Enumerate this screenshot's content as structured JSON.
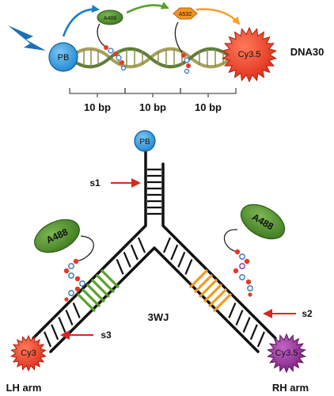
{
  "top_diagram": {
    "title": "DNA30",
    "donor": "PB",
    "dyes": [
      "A488",
      "A532"
    ],
    "acceptor": "Cy3.5",
    "spacings": [
      "10 bp",
      "10 bp",
      "10 bp"
    ]
  },
  "junction": {
    "center_label": "3WJ",
    "top_dye": "PB",
    "left_arm_label": "LH arm",
    "right_arm_label": "RH arm",
    "left_dye": "Cy3",
    "right_dye": "Cy3.5",
    "left_protein": "A488",
    "right_protein": "A488",
    "sites": {
      "s1": "s1",
      "s2": "s2",
      "s3": "s3"
    }
  },
  "colors": {
    "donor_blue": "#2d9ae3",
    "a488_green": "#4a8a26",
    "a532_orange": "#f39321",
    "cy35_red": "#e53a25",
    "cy35_purple": "#8e2a90",
    "helix_olive": "#a7a05a",
    "helix_green": "#5f7e36",
    "arrow_red": "#d52a22",
    "arrow_blue": "#1b7ec6",
    "arrow_green": "#5aa128",
    "arrow_orange": "#f3a12d",
    "left_band": "#5aa12a",
    "right_band": "#f39a21"
  }
}
